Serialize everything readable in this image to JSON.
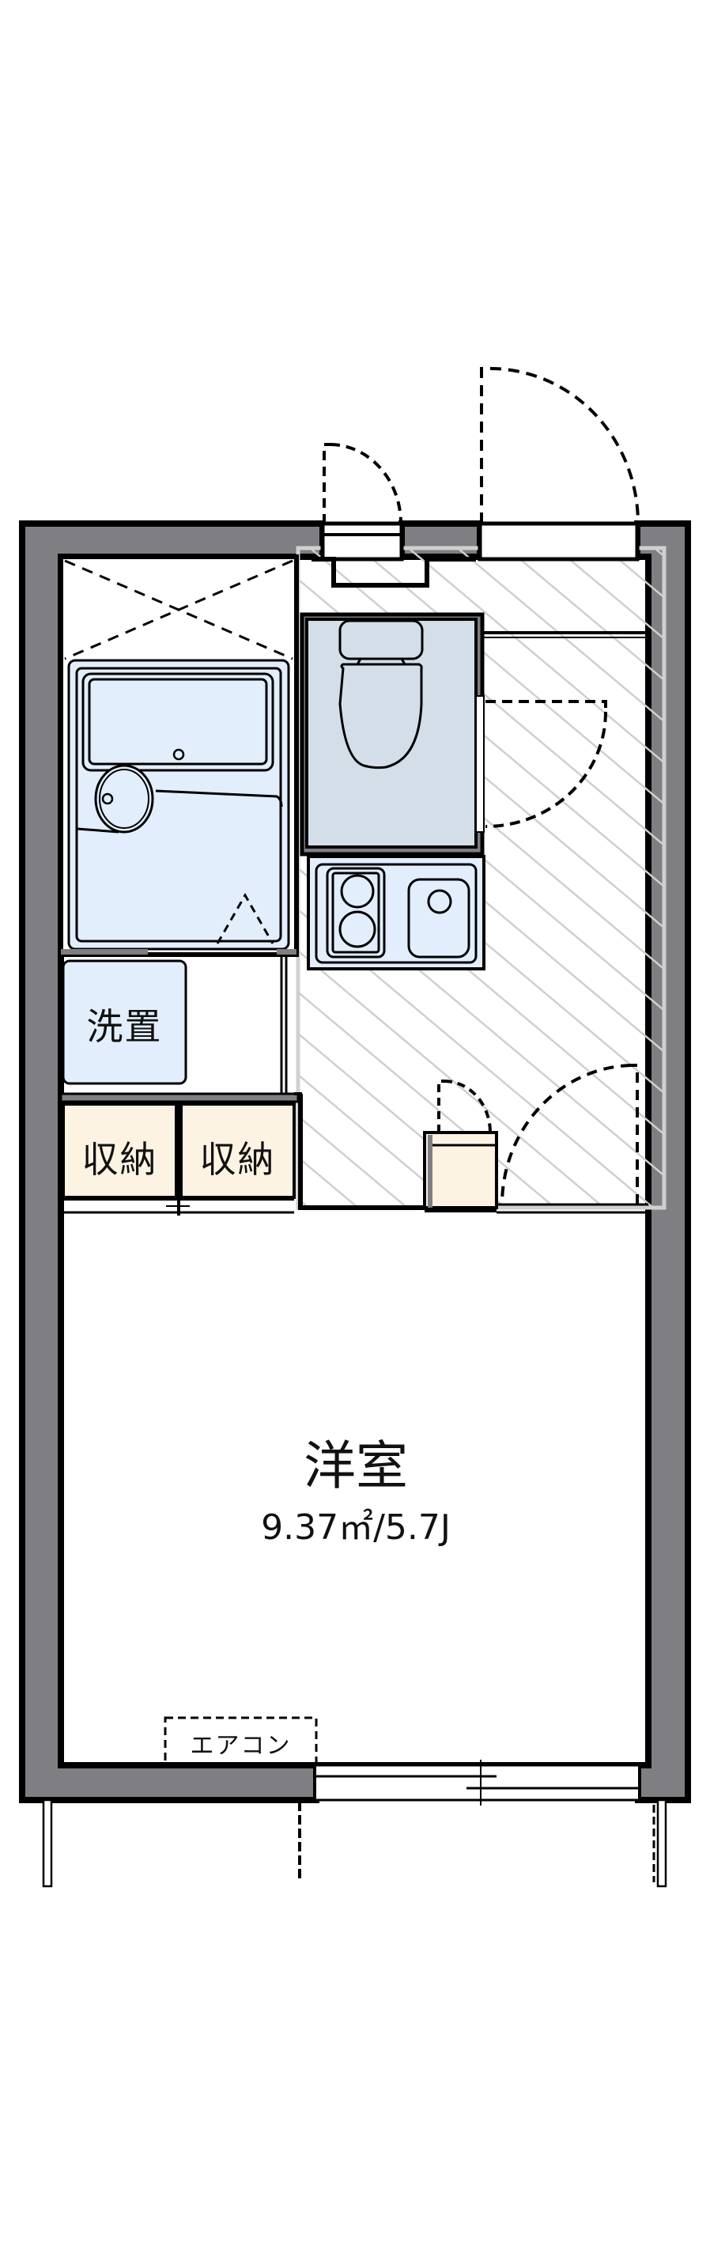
{
  "floorplan": {
    "rooms": {
      "western_room": {
        "name": "洋室",
        "area": "9.37㎡/5.7J"
      },
      "washer_space": {
        "name": "洗置"
      },
      "storage_1": {
        "name": "収納"
      },
      "storage_2": {
        "name": "収納"
      },
      "air_conditioner": {
        "name": "エアコン"
      }
    },
    "fixtures": [
      "unit-bath",
      "toilet",
      "kitchen-sink",
      "two-burner-stove",
      "shoe-cabinet",
      "entrance-door",
      "balcony-window"
    ],
    "colors": {
      "wall": "#7f7e82",
      "wet_area": "#e3eefc",
      "storage": "#fdf3e3",
      "hatch": "#cfcfcf",
      "line": "#000000"
    }
  }
}
